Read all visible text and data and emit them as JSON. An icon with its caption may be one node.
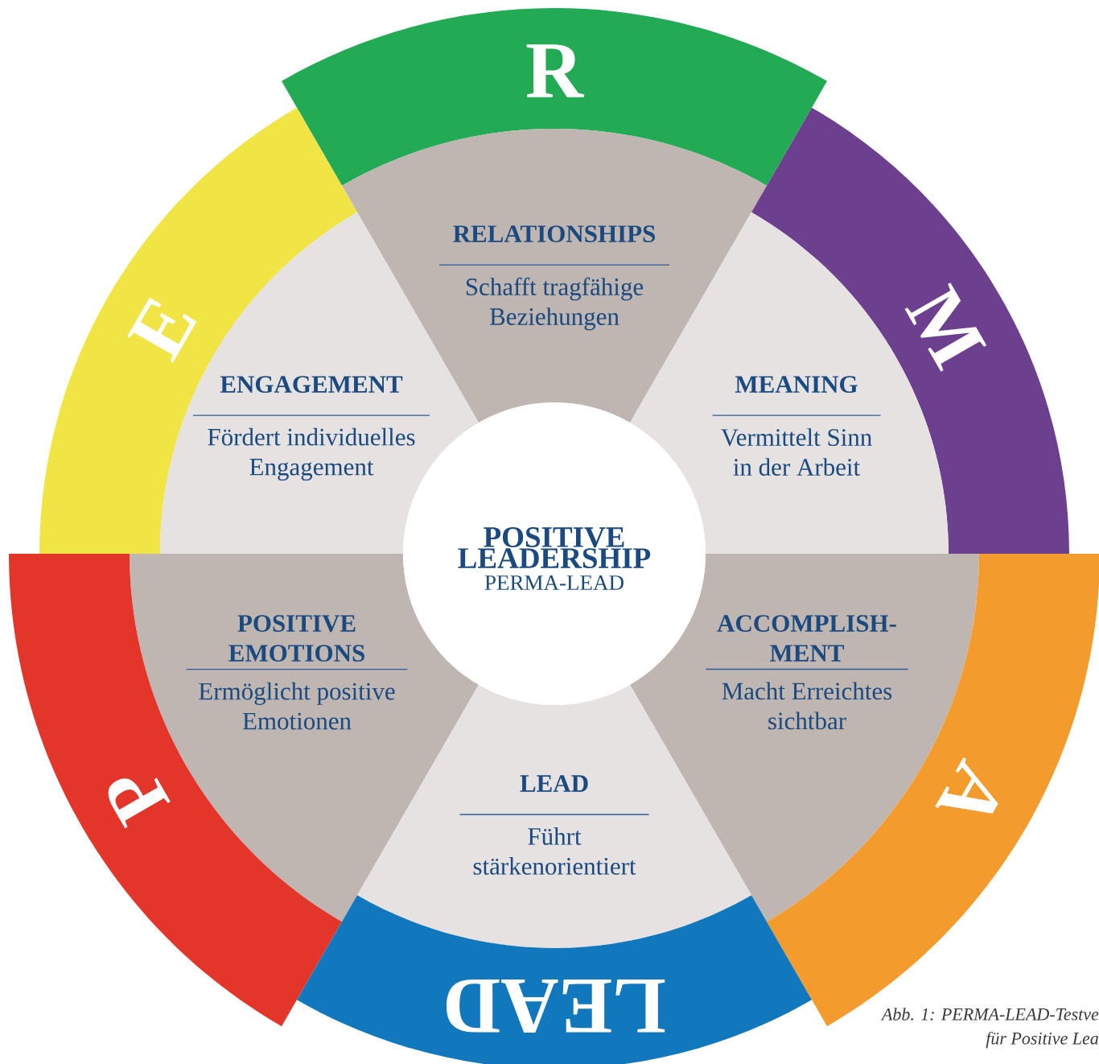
{
  "diagram": {
    "caption": "Abb. 1: PERMA-LEAD-Testve für Positive Lea",
    "nodes": [
      {
        "text": [
          "R"
        ]
      },
      {
        "text": [
          "RELATIONSHIPS",
          "Schafft tragfähige Beziehungen"
        ]
      },
      {
        "text": [
          "E"
        ]
      },
      {
        "text": [
          "M"
        ]
      },
      {
        "text": [
          "ENGAGEMENT",
          "Fördert individuelles Engagement"
        ]
      },
      {
        "text": [
          "MEANING",
          "Vermittelt Sinn in der Arbeit"
        ]
      },
      {
        "text": [
          "POSITIVE LEADERSHIP",
          "PERMA-LEAD"
        ]
      },
      {
        "text": [
          "POSITIVE EMOTIONS",
          "Ermöglicht positive Emotionen"
        ]
      },
      {
        "text": [
          "ACCOMPLISH-MENT",
          "Macht Erreichtes sichtbar"
        ]
      },
      {
        "text": [
          "LEAD",
          "Führt stärkenorientiert"
        ]
      },
      {
        "text": [
          "P"
        ]
      },
      {
        "text": [
          "A"
        ]
      },
      {
        "text": [
          "LEAD"
        ]
      }
    ]
  }
}
